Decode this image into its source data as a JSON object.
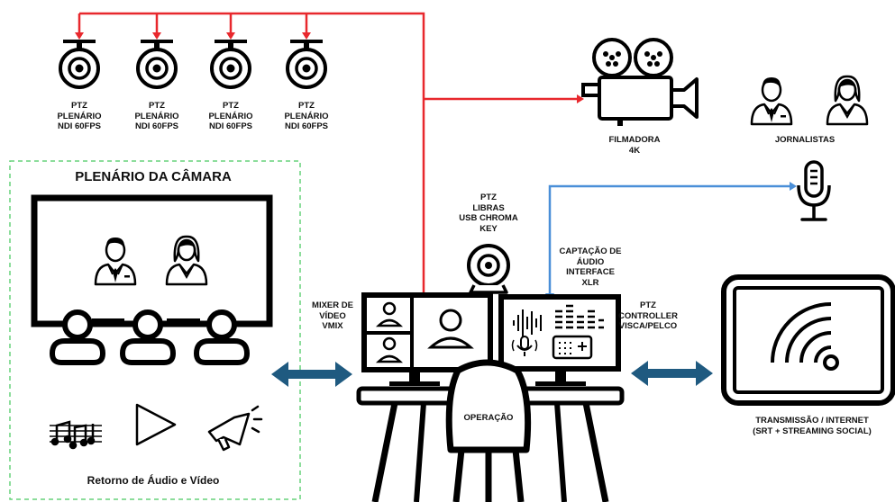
{
  "colors": {
    "ink": "#000000",
    "red_line": "#e8282d",
    "blue_line": "#4a8fd8",
    "arrow": "#1f5a80",
    "dash": "#66d27a"
  },
  "icons": {
    "ptz_camera": "ptz-dome-camera-icon",
    "film_camera": "film-camera-icon",
    "person_male": "businessman-icon",
    "person_female": "businesswoman-icon",
    "microphone": "microphone-icon",
    "webcam": "webcam-icon",
    "music": "music-notes-icon",
    "play": "play-icon",
    "megaphone": "megaphone-icon",
    "chair": "office-chair-icon",
    "wifi": "wireless-signal-icon",
    "arrow": "double-arrow-icon"
  },
  "labels": {
    "ptz_cam_1": "PTZ\nPLENÁRIO\nNDI 60FPS",
    "ptz_cam_2": "PTZ\nPLENÁRIO\nNDI 60FPS",
    "ptz_cam_3": "PTZ\nPLENÁRIO\nNDI 60FPS",
    "ptz_cam_4": "PTZ\nPLENÁRIO\nNDI 60FPS",
    "filmadora": "FILMADORA\n4K",
    "jornalistas": "JORNALISTAS",
    "plenario_title": "PLENÁRIO DA CÂMARA",
    "retorno": "Retorno de Áudio e Vídeo",
    "ptz_libras": "PTZ\nLIBRAS\nUSB CHROMA\nKEY",
    "captacao": "CAPTAÇÃO DE\nÁUDIO\nINTERFACE\nXLR",
    "mixer": "MIXER DE\nVÍDEO\nVMIX",
    "ptz_controller": "PTZ\nCONTROLLER\nVISCA/PELCO",
    "operacao": "OPERAÇÃO",
    "transmissao": "TRANSMISSÃO / INTERNET\n(SRT + STREAMING SOCIAL)"
  }
}
